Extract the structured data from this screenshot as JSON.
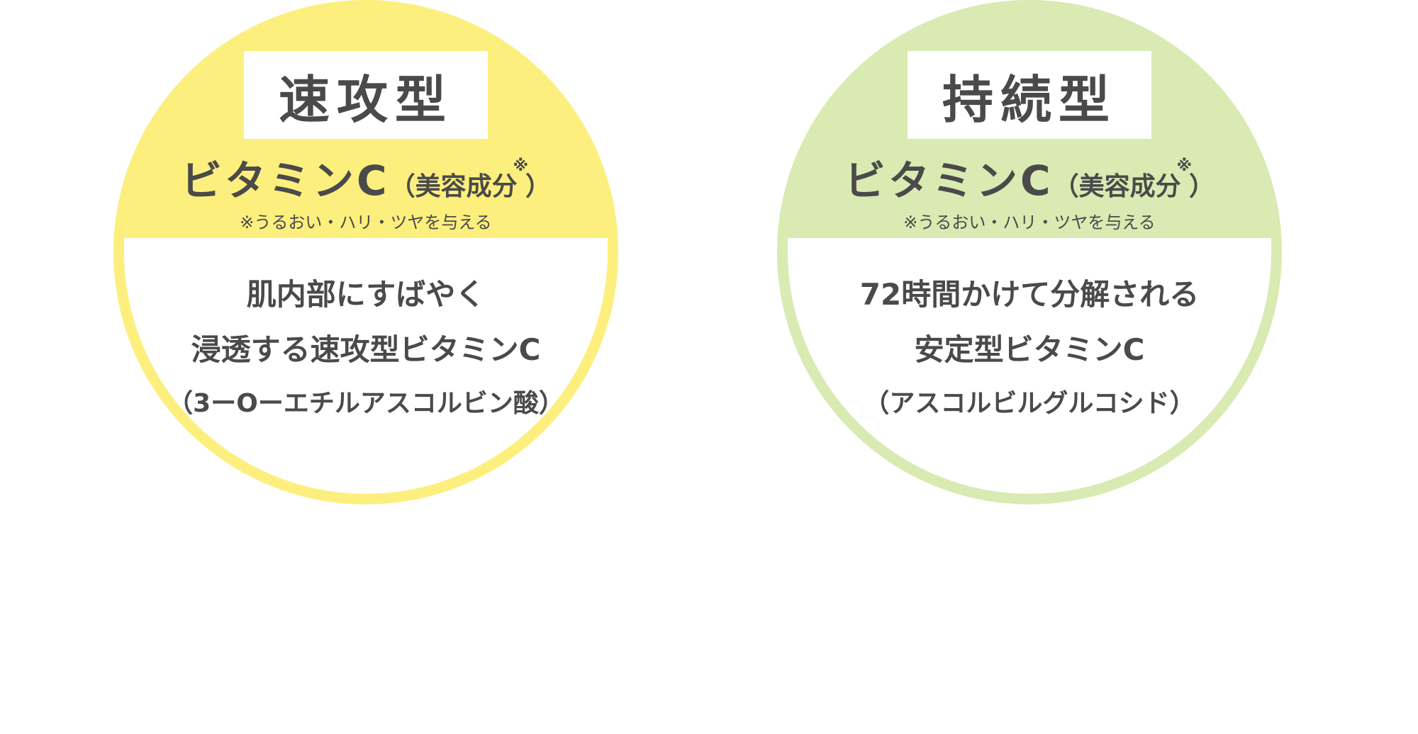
{
  "colors": {
    "yellow_accent": "#fdef7d",
    "green_accent": "#d9eab2",
    "text": "#4a4a4a",
    "inner_background": "#ffffff"
  },
  "cards": [
    {
      "tag": "速攻型",
      "vc_main": "ビタミンC",
      "vc_open": "（",
      "vc_text": "美容成分",
      "vc_mark": "※",
      "vc_close": "）",
      "note": "※うるおい・ハリ・ツヤを与える",
      "line1": "肌内部にすばやく",
      "line2": "浸透する速攻型ビタミンC",
      "line3": "（3ーOーエチルアスコルビン酸）"
    },
    {
      "tag": "持続型",
      "vc_main": "ビタミンC",
      "vc_open": "（",
      "vc_text": "美容成分",
      "vc_mark": "※",
      "vc_close": "）",
      "note": "※うるおい・ハリ・ツヤを与える",
      "line1": "72時間かけて分解される",
      "line2": "安定型ビタミンC",
      "line3": "（アスコルビルグルコシド）"
    }
  ]
}
